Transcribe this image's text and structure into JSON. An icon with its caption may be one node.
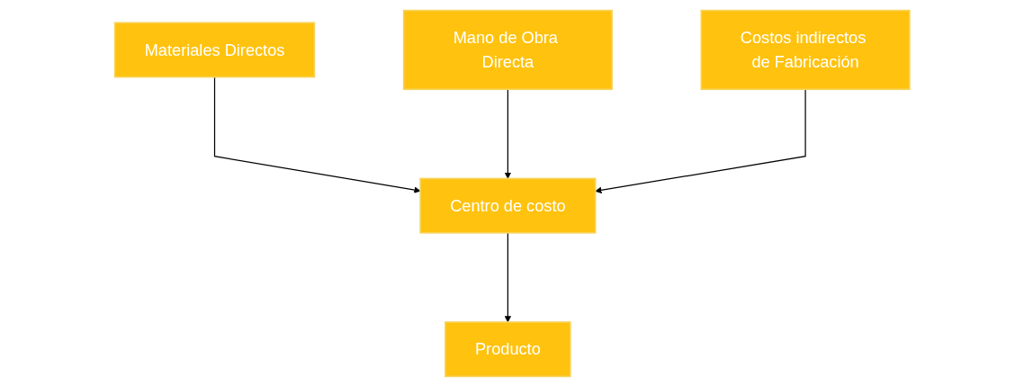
{
  "diagram": {
    "nodes": [
      {
        "text": [
          "Materiales Directos"
        ]
      },
      {
        "text": [
          "Mano de Obra Directa"
        ]
      },
      {
        "text": [
          "Costos indirectos de Fabricación"
        ]
      },
      {
        "text": [
          "Centro de costo"
        ]
      },
      {
        "text": [
          "Producto"
        ]
      }
    ],
    "edges": [
      {
        "from": 0,
        "to": 3,
        "arrow": "to"
      },
      {
        "from": 1,
        "to": 3,
        "arrow": "to"
      },
      {
        "from": 2,
        "to": 3,
        "arrow": "to"
      },
      {
        "from": 3,
        "to": 4,
        "arrow": "to"
      }
    ]
  }
}
